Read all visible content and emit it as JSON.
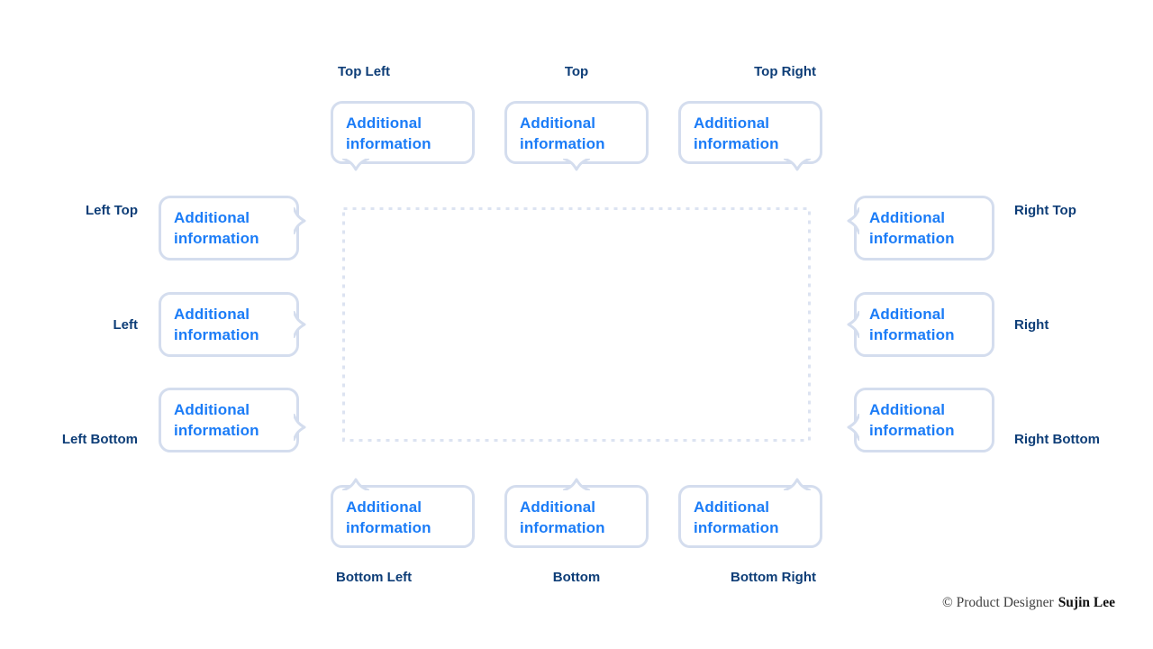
{
  "diagram": {
    "description_colors": {
      "bubble_border": "#d4ddee",
      "bubble_fill": "#ffffff",
      "bubble_text": "#1b7cf7",
      "label_text": "#0d3d77",
      "target_dash": "#dce3f1",
      "background": "#ffffff"
    }
  },
  "tooltips": [
    {
      "position": "top-left",
      "label": "Top Left",
      "bubble_text": "Additional information"
    },
    {
      "position": "top",
      "label": "Top",
      "bubble_text": "Additional information"
    },
    {
      "position": "top-right",
      "label": "Top Right",
      "bubble_text": "Additional information"
    },
    {
      "position": "left-top",
      "label": "Left Top",
      "bubble_text": "Additional information"
    },
    {
      "position": "left",
      "label": "Left",
      "bubble_text": "Additional information"
    },
    {
      "position": "left-bottom",
      "label": "Left Bottom",
      "bubble_text": "Additional information"
    },
    {
      "position": "right-top",
      "label": "Right Top",
      "bubble_text": "Additional information"
    },
    {
      "position": "right",
      "label": "Right",
      "bubble_text": "Additional information"
    },
    {
      "position": "right-bottom",
      "label": "Right Bottom",
      "bubble_text": "Additional information"
    },
    {
      "position": "bottom-left",
      "label": "Bottom Left",
      "bubble_text": "Additional information"
    },
    {
      "position": "bottom",
      "label": "Bottom",
      "bubble_text": "Additional information"
    },
    {
      "position": "bottom-right",
      "label": "Bottom Right",
      "bubble_text": "Additional information"
    }
  ],
  "credit": {
    "prefix": "© Product Designer",
    "name": "Sujin Lee"
  }
}
